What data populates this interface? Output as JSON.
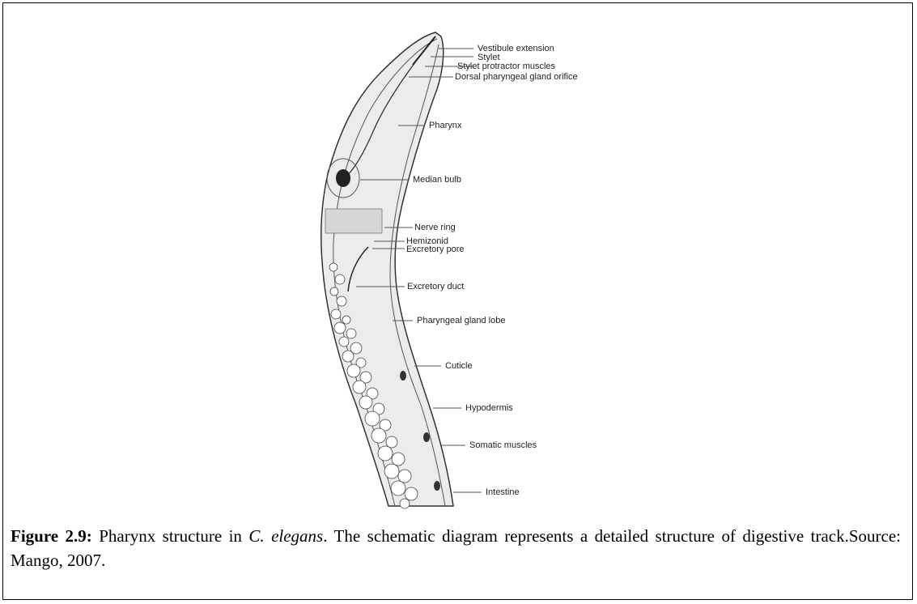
{
  "diagram": {
    "labels": [
      "Vestibule extension",
      "Stylet",
      "Stylet protractor muscles",
      "Dorsal pharyngeal gland orifice",
      "Pharynx",
      "Median bulb",
      "Nerve ring",
      "Hemizonid",
      "Excretory pore",
      "Excretory duct",
      "Pharyngeal gland lobe",
      "Cuticle",
      "Hypodermis",
      "Somatic muscles",
      "Intestine"
    ]
  },
  "caption": {
    "figure_label": "Figure 2.9:",
    "text_before_species": " Pharynx structure in ",
    "species": "C. elegans",
    "text_after_species": ". The schematic diagram represents a detailed structure of digestive track.Source: Mango, 2007."
  },
  "colors": {
    "line": "#333333",
    "body_fill": "#ececec",
    "inner_fill": "#dcdcdc"
  }
}
